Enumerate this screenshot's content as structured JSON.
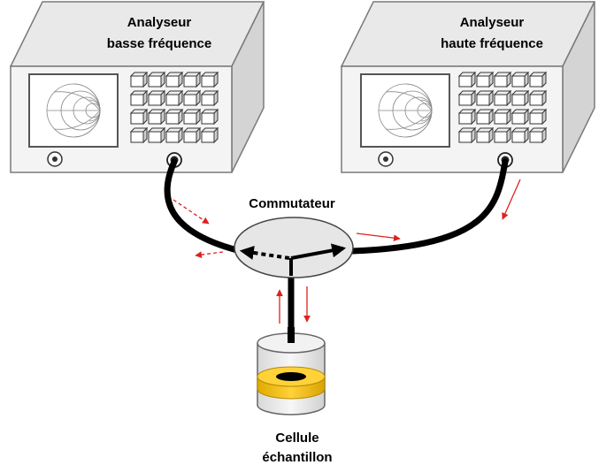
{
  "analyzers": {
    "low": {
      "title_line1": "Analyseur",
      "title_line2": "basse fréquence"
    },
    "high": {
      "title_line1": "Analyseur",
      "title_line2": "haute fréquence"
    }
  },
  "switch": {
    "label": "Commutateur"
  },
  "cell": {
    "label_line1": "Cellule",
    "label_line2": "échantillon"
  },
  "colors": {
    "signal_arrow": "#e02020",
    "cable": "#000000",
    "switch_fill": "#e6e6e6",
    "device_front": "#f4f4f4",
    "device_top": "#e9e9e9",
    "device_side": "#d4d4d4",
    "sample_ring": "#f5c518",
    "screen_bg": "#ffffff"
  },
  "icons": {
    "screen": "smith-chart-icon",
    "button": "keypad-button-icon",
    "knob": "knob-icon",
    "port": "connector-port-icon"
  }
}
